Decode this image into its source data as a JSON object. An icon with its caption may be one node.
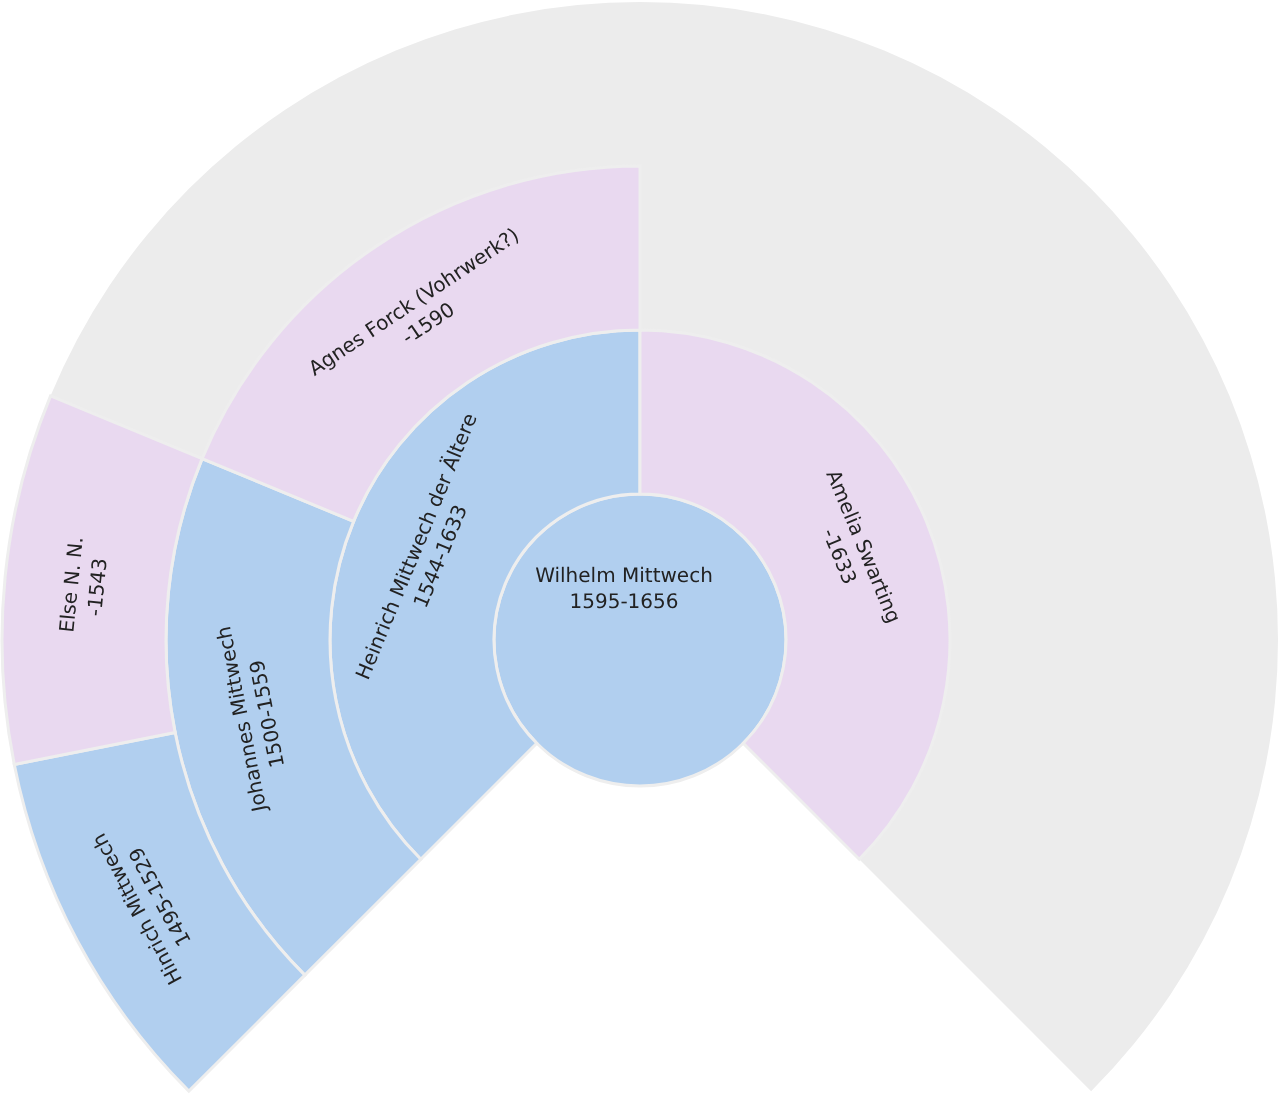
{
  "diagram": {
    "nodes": [
      {
        "text": [
          "Wilhelm Mittwech",
          "1595-1656"
        ]
      },
      {
        "text": [
          "Heinrich Mittwech der Ältere",
          "1544-1633"
        ]
      },
      {
        "text": [
          "Amelia Swarting",
          "-1633"
        ]
      },
      {
        "text": [
          "Johannes Mittwech",
          "1500-1559"
        ]
      },
      {
        "text": [
          "Agnes Forck (Vohrwerk?)",
          "-1590"
        ]
      },
      {
        "text": [
          "Hinrich Mittwech",
          "1495-1529"
        ]
      },
      {
        "text": [
          "Else N. N.",
          "-1543"
        ]
      }
    ]
  }
}
